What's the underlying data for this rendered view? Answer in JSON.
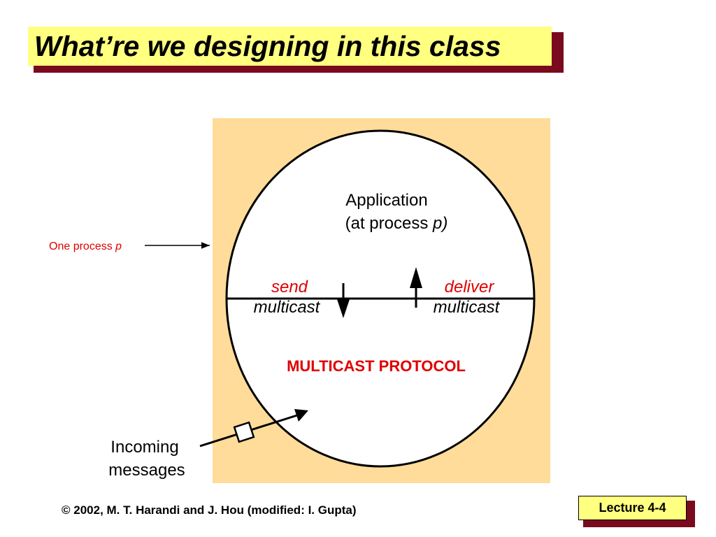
{
  "title": "What’re we designing in this class",
  "diagram": {
    "application_label": "Application",
    "at_process_prefix": "(at process ",
    "at_process_var": "p)",
    "one_process_prefix": "One process ",
    "one_process_var": "p",
    "send_word": "send",
    "send_sub": "multicast",
    "deliver_word": "deliver",
    "deliver_sub": "multicast",
    "protocol_label": "MULTICAST PROTOCOL",
    "incoming_line1": "Incoming",
    "incoming_line2": "messages"
  },
  "footer": {
    "copyright": "© 2002, M. T. Harandi and J. Hou (modified: I. Gupta)",
    "lecture": "Lecture 4-4"
  },
  "colors": {
    "title_bg": "#ffff80",
    "shadow": "#7a0a1e",
    "process_bg": "#ffdc99",
    "accent_red": "#e00000"
  }
}
